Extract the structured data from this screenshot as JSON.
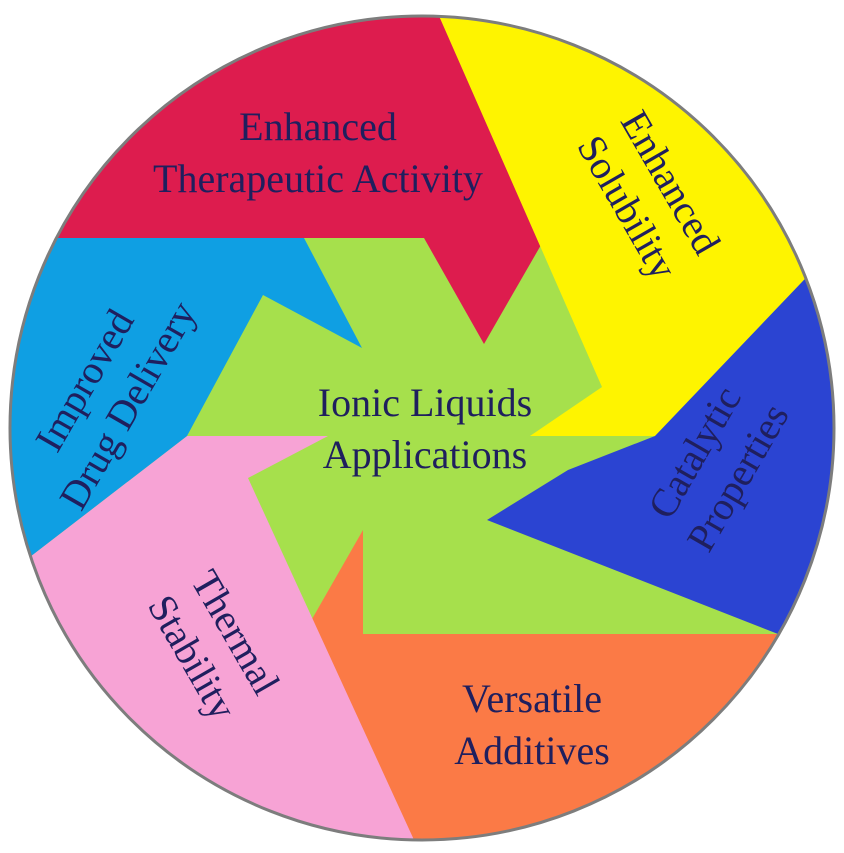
{
  "center": {
    "line1": "Ionic Liquids",
    "line2": "Applications",
    "color": "#a6e04c"
  },
  "segments": [
    {
      "id": "therapeutic",
      "line1": "Enhanced",
      "line2": "Therapeutic Activity",
      "color": "#dd1c4e"
    },
    {
      "id": "solubility",
      "line1": "Enhanced",
      "line2": "Solubility",
      "color": "#fef400"
    },
    {
      "id": "catalytic",
      "line1": "Catalytic",
      "line2": "Properties",
      "color": "#2b44d2"
    },
    {
      "id": "additives",
      "line1": "Versatile",
      "line2": "Additives",
      "color": "#fb7a46"
    },
    {
      "id": "thermal",
      "line1": "Thermal",
      "line2": "Stability",
      "color": "#f7a3d5"
    },
    {
      "id": "drug-delivery",
      "line1": "Improved",
      "line2": "Drug Delivery",
      "color": "#0f9fe3"
    }
  ],
  "outline_color": "#7d7d7d"
}
